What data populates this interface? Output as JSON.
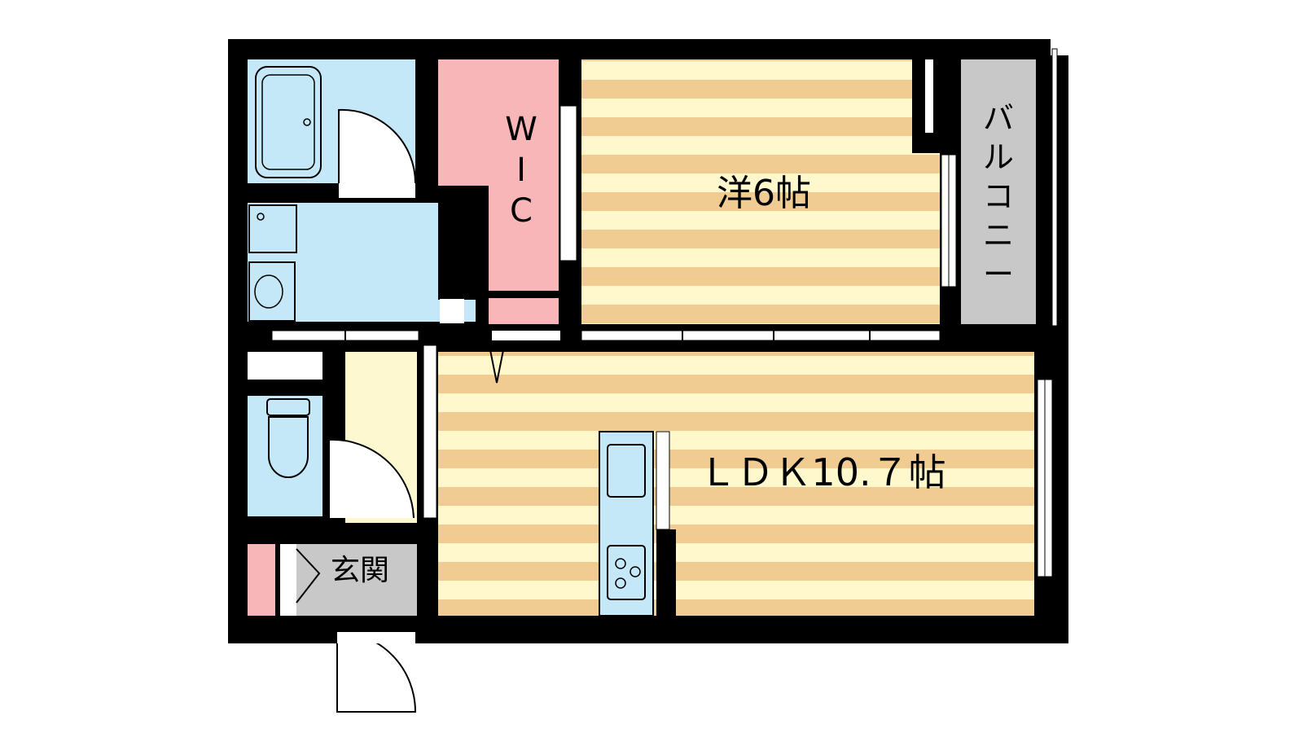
{
  "floor_plan": {
    "rooms": {
      "walk_in_closet": {
        "label_lines": [
          "W",
          "I",
          "C"
        ]
      },
      "western_room": {
        "label": "洋6帖"
      },
      "balcony": {
        "label_chars": [
          "バ",
          "ル",
          "コ",
          "ニ",
          "ー"
        ]
      },
      "ldk": {
        "label": "ＬＤＫ10.７帖"
      },
      "entrance": {
        "label": "玄関"
      }
    },
    "colors": {
      "wall": "#000000",
      "wet_area": "#c5e8f8",
      "closet": "#f8b6b8",
      "floor_stripe_light": "#fff8cc",
      "floor_stripe_dark": "#f0cc93",
      "entrance_floor": "#c8c8c8",
      "balcony_floor": "#c8c8c8",
      "hallway": "#fdf8d0"
    }
  }
}
